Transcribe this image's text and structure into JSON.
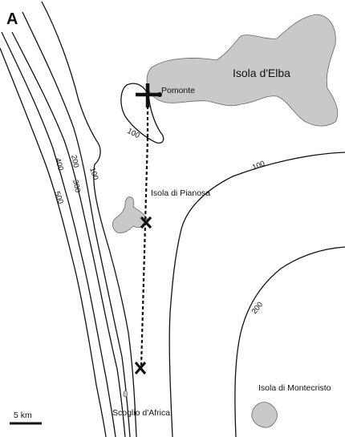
{
  "panel_label": "A",
  "places": {
    "elba": "Isola d'Elba",
    "pomonte": "Pomonte",
    "pianosa": "Isola di Pianosa",
    "montecristo": "Isola di Montecristo",
    "africa": "Scoglio d'Africa"
  },
  "depth_labels": {
    "d100_elba": "100",
    "d100_east": "100",
    "d100_west": "100",
    "d200_west": "200",
    "d200_east": "200",
    "d300": "300",
    "d400": "400",
    "d500": "500"
  },
  "scale_bar": {
    "label": "5 km"
  },
  "colors": {
    "land": "#c9c9c9",
    "land_outline": "#666666",
    "ink": "#111111"
  },
  "icons": {
    "start_marker": "cross-marker-icon",
    "site_marker": "x-marker-icon"
  }
}
